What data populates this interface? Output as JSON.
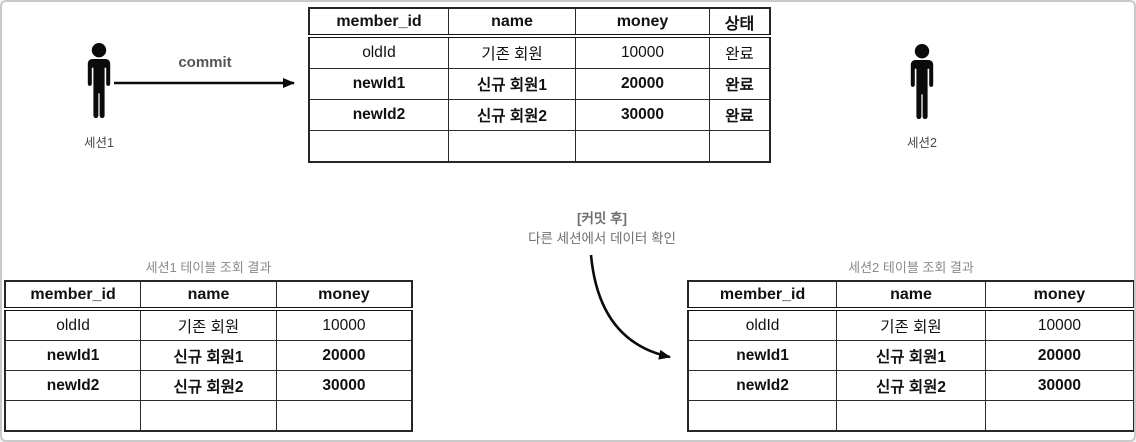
{
  "colors": {
    "frame_border": "#c9c9c9",
    "table_border": "#2b2b2b",
    "text_black": "#111111",
    "gray_text": "#8a8a8a",
    "annotation_gray": "#6f6f6f",
    "commit_gray": "#565656",
    "icon_black": "#0b0b0b"
  },
  "icons": {
    "session1": "person-icon",
    "session2": "person-icon"
  },
  "sessions": {
    "session1_label": "세션1",
    "session2_label": "세션2"
  },
  "commit_arrow": {
    "label": "commit"
  },
  "annotation": {
    "line1": "[커밋 후]",
    "line2": "다른 세션에서 데이터 확인"
  },
  "main_table": {
    "headers": [
      "member_id",
      "name",
      "money",
      "상태"
    ],
    "rows": [
      [
        "oldId",
        "기존 회원",
        "10000",
        "완료"
      ],
      [
        "newId1",
        "신규 회원1",
        "20000",
        "완료"
      ],
      [
        "newId2",
        "신규 회원2",
        "30000",
        "완료"
      ],
      [
        "",
        "",
        "",
        ""
      ]
    ],
    "bold_rows": [
      1,
      2
    ]
  },
  "result_left": {
    "title": "세션1 테이블 조회 결과",
    "table": {
      "headers": [
        "member_id",
        "name",
        "money"
      ],
      "rows": [
        [
          "oldId",
          "기존 회원",
          "10000"
        ],
        [
          "newId1",
          "신규 회원1",
          "20000"
        ],
        [
          "newId2",
          "신규 회원2",
          "30000"
        ],
        [
          "",
          "",
          ""
        ]
      ],
      "bold_rows": [
        1,
        2
      ]
    }
  },
  "result_right": {
    "title": "세션2 테이블 조회 결과",
    "table": {
      "headers": [
        "member_id",
        "name",
        "money"
      ],
      "rows": [
        [
          "oldId",
          "기존 회원",
          "10000"
        ],
        [
          "newId1",
          "신규 회원1",
          "20000"
        ],
        [
          "newId2",
          "신규 회원2",
          "30000"
        ],
        [
          "",
          "",
          ""
        ]
      ],
      "bold_rows": [
        1,
        2
      ]
    }
  }
}
